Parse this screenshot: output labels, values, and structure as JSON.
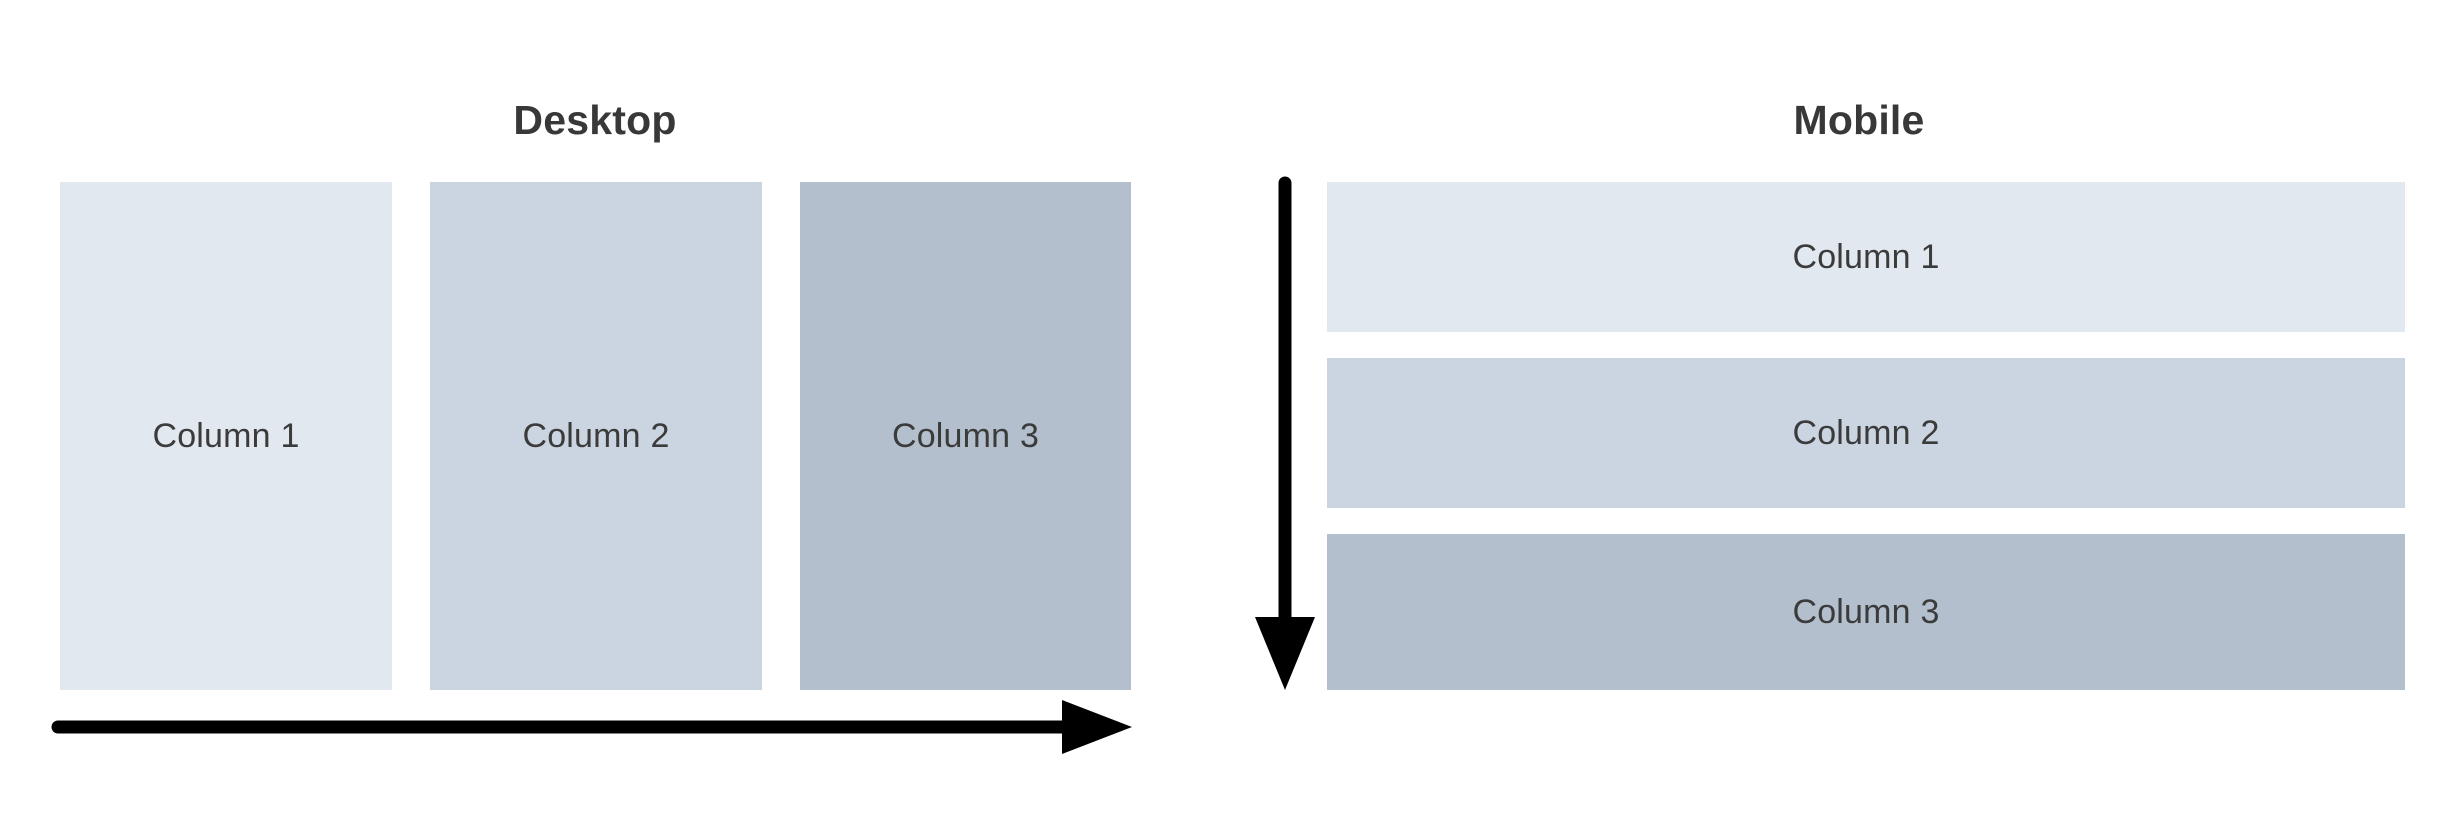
{
  "diagram": {
    "title_desktop": "Desktop",
    "title_mobile": "Mobile",
    "palette": {
      "shade_light": "#e2e8f0",
      "shade_medium": "#cbd5e1",
      "shade_dark": "#b3bfcd",
      "text": "#383838",
      "arrow": "#000000",
      "background": "#ffffff"
    }
  },
  "desktop": {
    "heading": "Desktop",
    "flow_direction": "horizontal",
    "arrow_name": "horizontal-flow-arrow",
    "columns": [
      {
        "label": "Column 1",
        "color": "#e2e8f0"
      },
      {
        "label": "Column 2",
        "color": "#cbd5e1"
      },
      {
        "label": "Column 3",
        "color": "#b3bfcd"
      }
    ]
  },
  "mobile": {
    "heading": "Mobile",
    "flow_direction": "vertical",
    "arrow_name": "vertical-flow-arrow",
    "rows": [
      {
        "label": "Column 1",
        "color": "#e2e8f0"
      },
      {
        "label": "Column 2",
        "color": "#cbd5e1"
      },
      {
        "label": "Column 3",
        "color": "#b3bfcd"
      }
    ]
  }
}
